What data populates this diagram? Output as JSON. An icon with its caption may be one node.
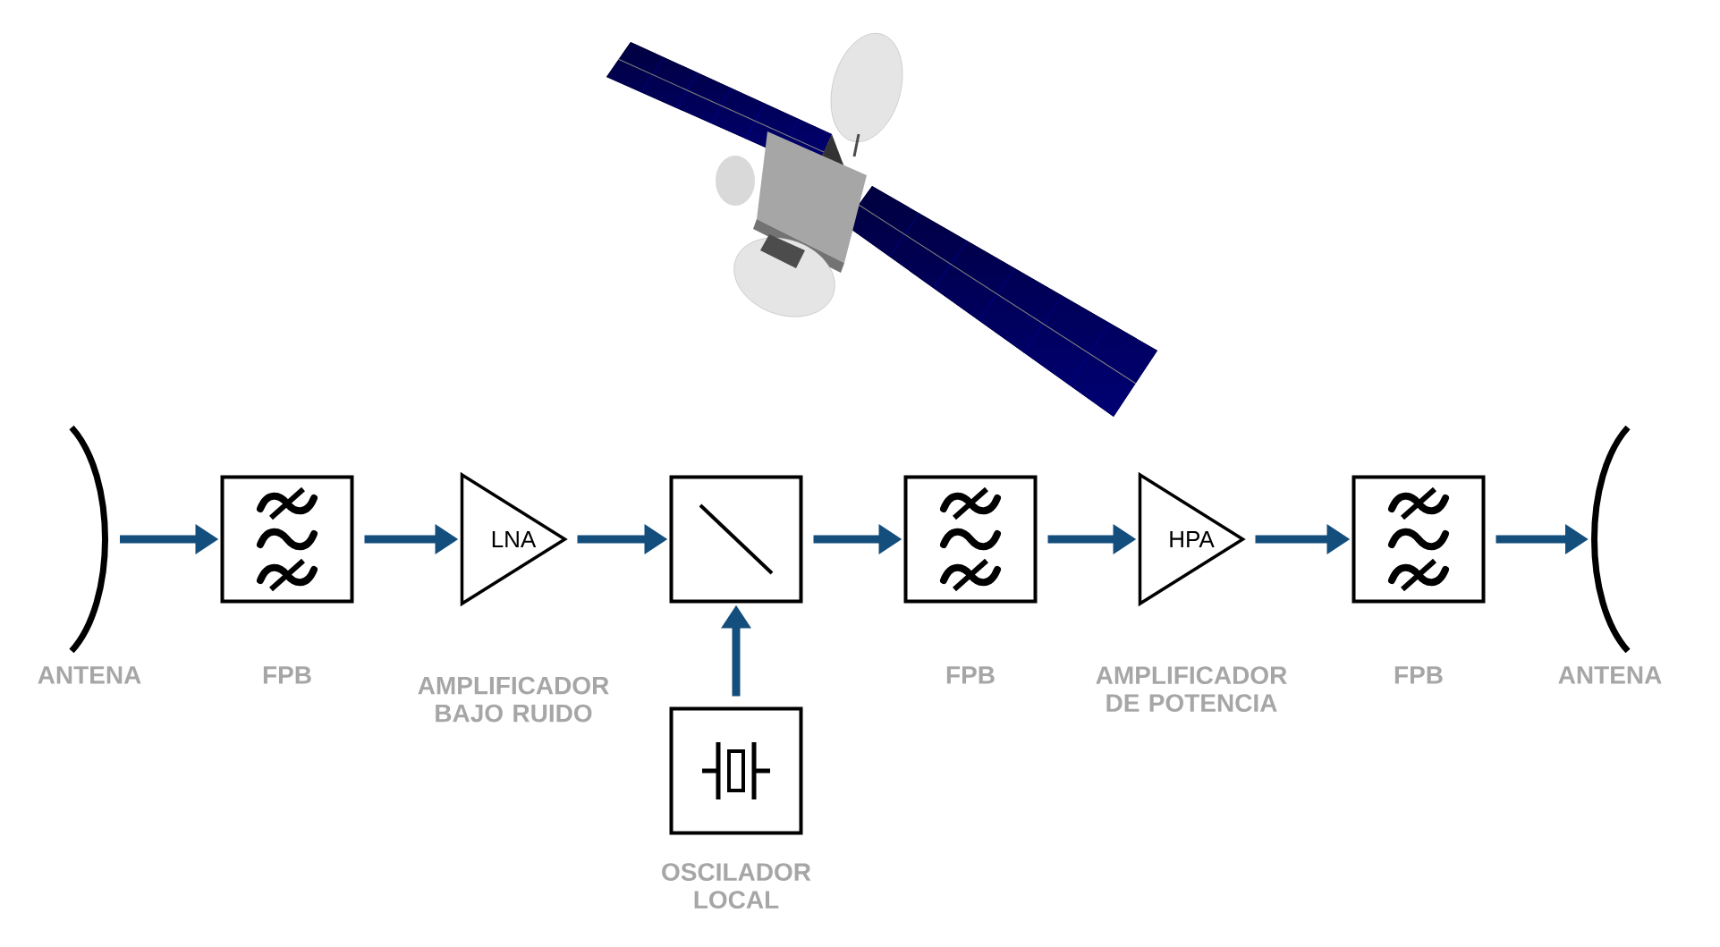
{
  "diagram": {
    "nodes": [
      {
        "text": [
          "ANTENA"
        ]
      },
      {
        "text": [
          "FPB"
        ]
      },
      {
        "text": [
          "LNA",
          "AMPLIFICADOR BAJO RUIDO"
        ]
      },
      {
        "text": [],
        "shape": "box"
      },
      {
        "text": [
          "FPB"
        ]
      },
      {
        "text": [
          "HPA",
          "AMPLIFICADOR DE POTENCIA"
        ]
      },
      {
        "text": [
          "FPB"
        ]
      },
      {
        "text": [
          "ANTENA"
        ]
      },
      {
        "text": [
          "OSCILADOR LOCAL"
        ]
      }
    ],
    "edges": [
      {
        "from": 0,
        "to": 1,
        "arrow": "to"
      },
      {
        "from": 1,
        "to": 2,
        "arrow": "to"
      },
      {
        "from": 2,
        "to": 3,
        "arrow": "to"
      },
      {
        "from": 3,
        "to": 4,
        "arrow": "to"
      },
      {
        "from": 4,
        "to": 5,
        "arrow": "to"
      },
      {
        "from": 5,
        "to": 6,
        "arrow": "to"
      },
      {
        "from": 6,
        "to": 7,
        "arrow": "to"
      },
      {
        "from": 8,
        "to": 3,
        "arrow": "to"
      }
    ]
  }
}
